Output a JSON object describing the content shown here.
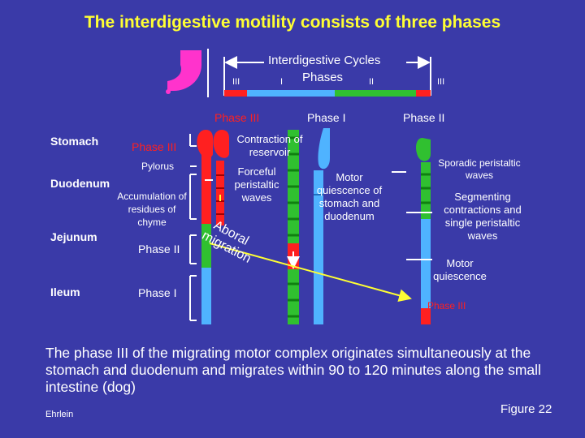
{
  "title": "The interdigestive motility consists of three phases",
  "cycles": {
    "label": "Interdigestive Cycles",
    "phases_label": "Phases",
    "markers": [
      "III",
      "I",
      "II",
      "III"
    ]
  },
  "left_labels": {
    "stomach": "Stomach",
    "duodenum": "Duodenum",
    "jejunum": "Jejunum",
    "ileum": "Ileum"
  },
  "segment_labels": {
    "phase3": "Phase III",
    "pylorus": "Pylorus",
    "accumulation": "Accumulation of residues of chyme",
    "phase2": "Phase II",
    "phase1": "Phase I"
  },
  "column_headers": {
    "phase3": "Phase III",
    "phase1": "Phase I",
    "phase2": "Phase II"
  },
  "phase3_notes": {
    "contraction": "Contraction of reservoir",
    "forceful": "Forceful peristaltic waves",
    "aboral": "Aboral migration"
  },
  "phase1_notes": {
    "motor": "Motor quiescence of stomach and duodenum"
  },
  "phase2_notes": {
    "sporadic": "Sporadic peristaltic waves",
    "segmenting": "Segmenting contractions and single peristaltic waves",
    "quiescence": "Motor quiescence",
    "phase3": "Phase III"
  },
  "caption": "The phase III of the migrating motor complex originates simultaneously at the stomach and duodenum and migrates within 90 to 120 minutes along the small intestine (dog)",
  "author": "Ehrlein",
  "figure": "Figure 22",
  "colors": {
    "background": "#3a3aa8",
    "title": "#ffff33",
    "phase3": "#ff2020",
    "phase1": "#4fb3ff",
    "phase2": "#30c030",
    "stomach_icon": "#ff33cc"
  }
}
